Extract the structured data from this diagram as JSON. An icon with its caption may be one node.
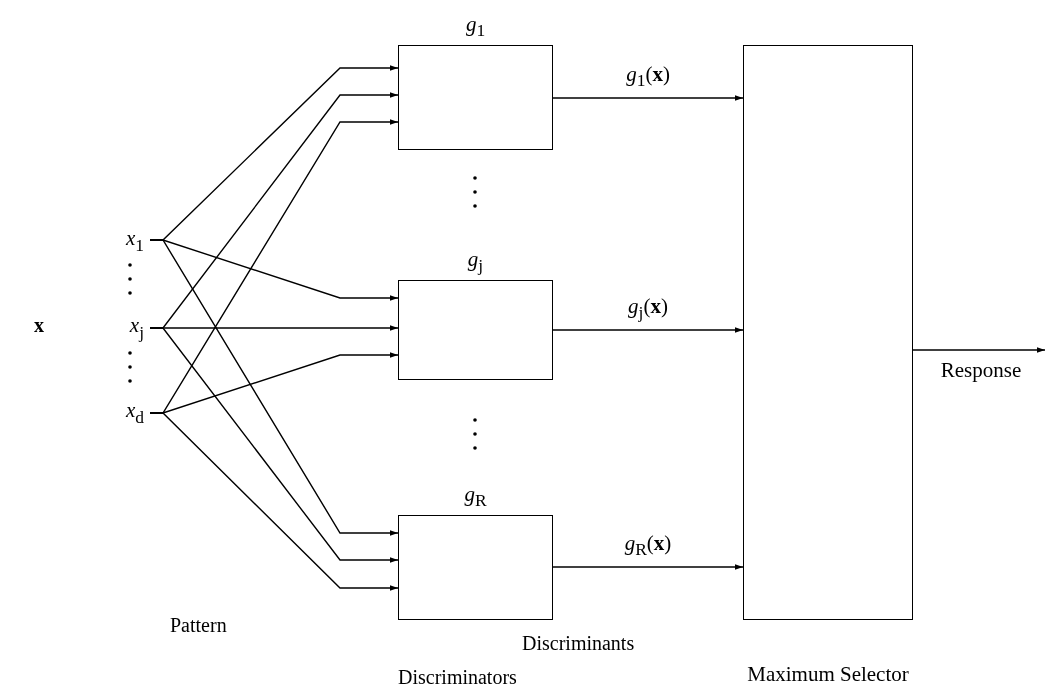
{
  "diagram": {
    "nodes": [
      {
        "text": [
          "*x*$_{1}$"
        ]
      },
      {
        "text": [
          "*x*$_{j}$"
        ]
      },
      {
        "text": [
          "*x*$_{d}$"
        ]
      },
      {
        "text": [
          "*g*$_{1}$"
        ]
      },
      {
        "text": [
          "*g*$_{j}$"
        ]
      },
      {
        "text": [
          "*g*$_{R}$"
        ]
      },
      {
        "text": [
          "Maximum Selector"
        ]
      }
    ],
    "edges": [
      {
        "from": 0,
        "to": 3,
        "arrow": "to"
      },
      {
        "from": 0,
        "to": 4,
        "arrow": "to"
      },
      {
        "from": 0,
        "to": 5,
        "arrow": "to"
      },
      {
        "from": 1,
        "to": 3,
        "arrow": "to"
      },
      {
        "from": 1,
        "to": 4,
        "arrow": "to"
      },
      {
        "from": 1,
        "to": 5,
        "arrow": "to"
      },
      {
        "from": 2,
        "to": 3,
        "arrow": "to"
      },
      {
        "from": 2,
        "to": 4,
        "arrow": "to"
      },
      {
        "from": 2,
        "to": 5,
        "arrow": "to"
      },
      {
        "from": 3,
        "to": 6,
        "arrow": "to",
        "label": "*g*$_{1}$(**x**)"
      },
      {
        "from": 4,
        "to": 6,
        "arrow": "to",
        "label": "*g*$_{j}$(**x**)"
      },
      {
        "from": 5,
        "to": 6,
        "arrow": "to",
        "label": "*g*$_{R}$(**x**)"
      },
      {
        "from": 6,
        "to": null,
        "arrow": "to",
        "label": "Response"
      }
    ],
    "labels": [
      "x",
      "Pattern",
      "Discriminants",
      "Discriminators"
    ]
  }
}
